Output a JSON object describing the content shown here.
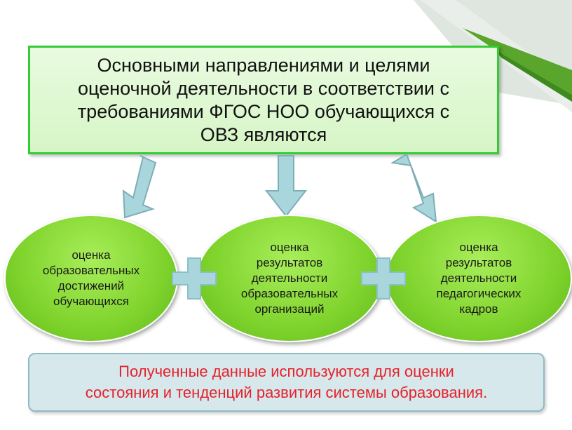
{
  "title_box": {
    "text": "Основными направлениями и целями\nоценочной деятельности в соответствии с\nтребованиями ФГОС НОО обучающихся с\nОВЗ являются"
  },
  "ellipses": [
    {
      "text": "оценка\nобразовательных\nдостижений\nобучающихся"
    },
    {
      "text": "оценка\nрезультатов\nдеятельности\nобразовательных\nорганизаций"
    },
    {
      "text": "оценка\nрезультатов\nдеятельности\nпедагогических\nкадров"
    }
  ],
  "bottom_box": {
    "text": "Полученные данные используются для оценки\nсостояния и тенденций развития системы образования."
  },
  "icons": {
    "arrows": "down-arrow-icon",
    "plus": "plus-icon"
  },
  "colors": {
    "title_border": "#33cc33",
    "title_fill": "#d6f5c6",
    "ellipse_fill": "#7fd32c",
    "arrow_fill": "#a9d6dc",
    "plus_fill": "#a9d6dc",
    "bottom_fill": "#d6e8ec",
    "bottom_text": "#e8202a"
  }
}
